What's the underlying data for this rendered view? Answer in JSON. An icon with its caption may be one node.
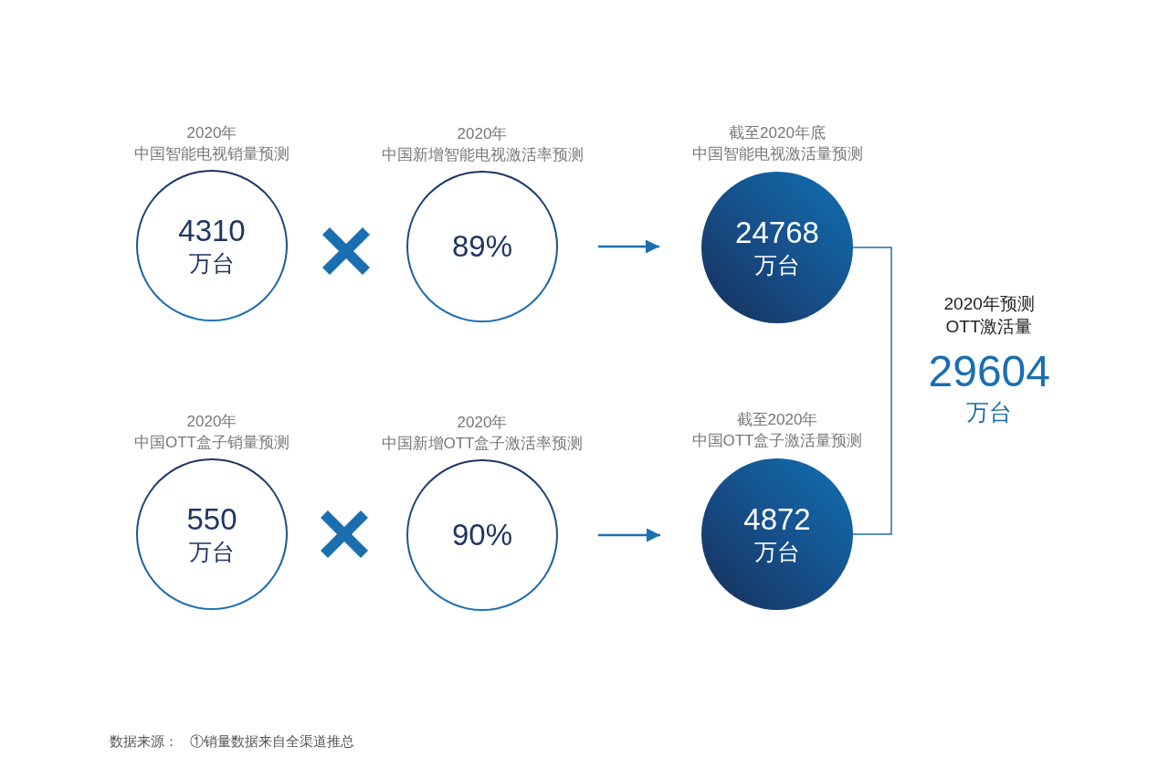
{
  "diagram": {
    "nodes": [
      {
        "text": [
          "2020年",
          "中国智能电视销量预测",
          "4310",
          "万台"
        ]
      },
      {
        "text": [
          "2020年",
          "中国新增智能电视激活率预测",
          "89%"
        ]
      },
      {
        "text": [
          "截至2020年底",
          "中国智能电视激活量预测",
          "24768",
          "万台"
        ]
      },
      {
        "text": [
          "2020年",
          "中国OTT盒子销量预测",
          "550",
          "万台"
        ]
      },
      {
        "text": [
          "2020年",
          "中国新增OTT盒子激活率预测",
          "90%"
        ]
      },
      {
        "text": [
          "截至2020年",
          "中国OTT盒子激活量预测",
          "4872",
          "万台"
        ]
      }
    ],
    "edges": [
      {
        "from": 1,
        "to": 2,
        "arrow": "to"
      },
      {
        "from": 4,
        "to": 5,
        "arrow": "to"
      },
      {
        "from": 2,
        "to": 5,
        "arrow": "none"
      }
    ],
    "labels": [
      "2020年预测",
      "OTT激活量",
      "29604",
      "万台",
      "数据来源：",
      "①销量数据来自全渠道推总"
    ]
  }
}
